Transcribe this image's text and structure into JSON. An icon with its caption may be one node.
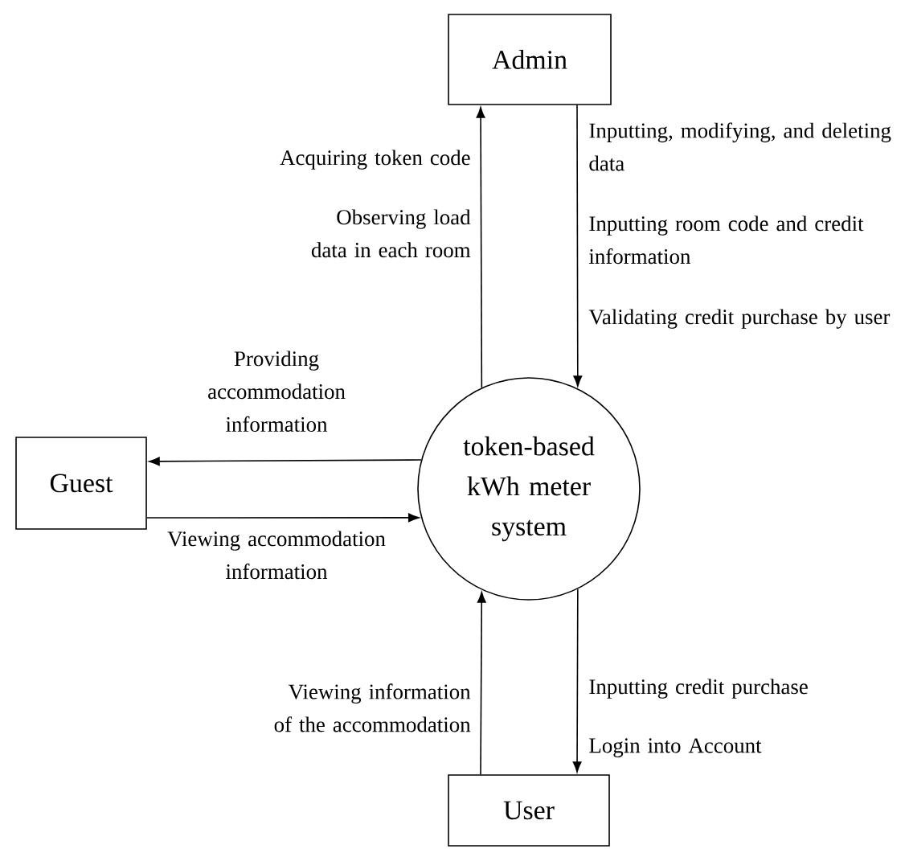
{
  "diagram": {
    "nodes": [
      {
        "text": [
          "Admin"
        ]
      },
      {
        "text": [
          "Guest"
        ]
      },
      {
        "text": [
          "token-based kWh meter system"
        ]
      },
      {
        "text": [
          "User"
        ]
      }
    ],
    "edges": [
      {
        "from": 2,
        "to": 0,
        "arrow": "to",
        "label": "Acquiring token code"
      },
      {
        "from": 0,
        "to": 2,
        "arrow": "to",
        "label": "Inputting, modifying, and deleting data"
      },
      {
        "from": 2,
        "to": 1,
        "arrow": "to",
        "label": "Providing accommodation information"
      },
      {
        "from": 1,
        "to": 2,
        "arrow": "to",
        "label": "Viewing accommodation information"
      },
      {
        "from": 3,
        "to": 2,
        "arrow": "to",
        "label": "Viewing information of the accommodation"
      },
      {
        "from": 2,
        "to": 3,
        "arrow": "to",
        "label": "Inputting credit purchase"
      }
    ],
    "labels": [
      "Observing load data in each room",
      "Inputting room code and credit information",
      "Validating credit purchase by user",
      "Login into Account"
    ]
  }
}
